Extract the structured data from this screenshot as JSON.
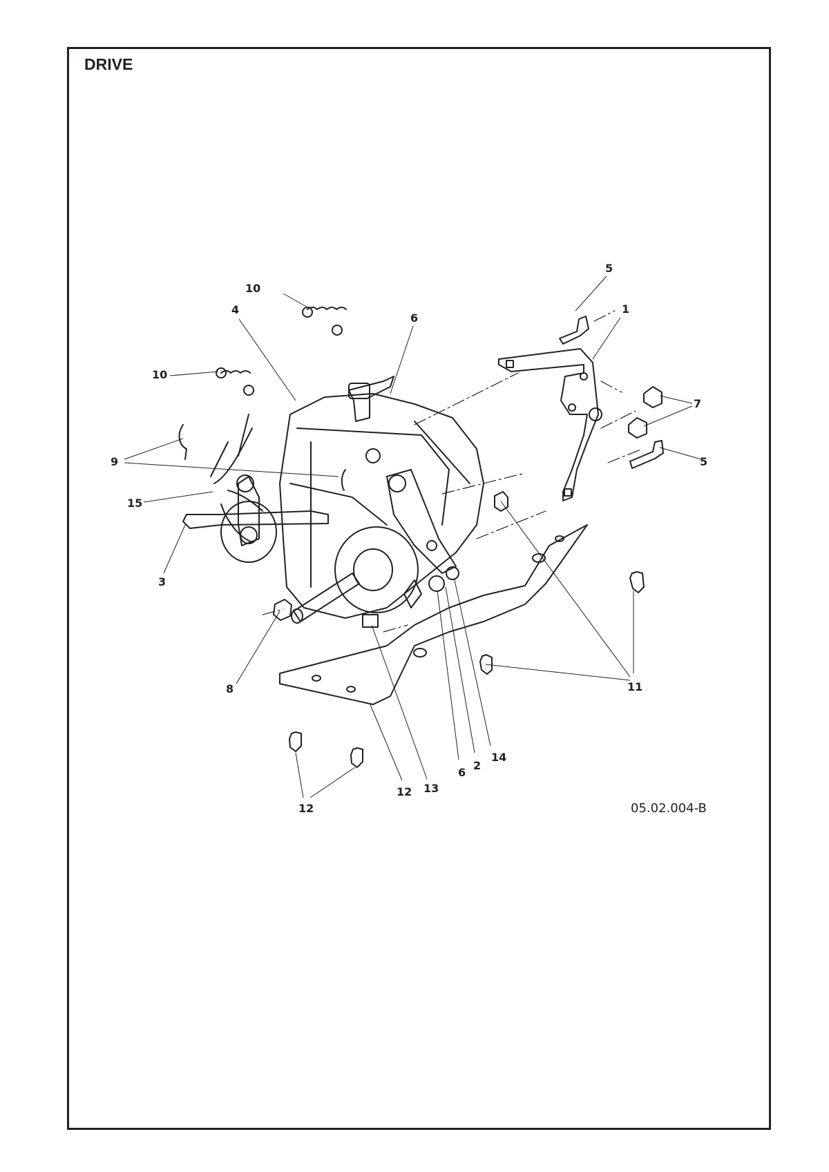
{
  "page": {
    "title": "DRIVE",
    "figure_code": "05.02.004-B"
  },
  "callouts": [
    {
      "id": "c1",
      "label": "1"
    },
    {
      "id": "c2",
      "label": "2"
    },
    {
      "id": "c3",
      "label": "3"
    },
    {
      "id": "c4",
      "label": "4"
    },
    {
      "id": "c5a",
      "label": "5"
    },
    {
      "id": "c5b",
      "label": "5"
    },
    {
      "id": "c6a",
      "label": "6"
    },
    {
      "id": "c6b",
      "label": "6"
    },
    {
      "id": "c7",
      "label": "7"
    },
    {
      "id": "c8",
      "label": "8"
    },
    {
      "id": "c9",
      "label": "9"
    },
    {
      "id": "c10a",
      "label": "10"
    },
    {
      "id": "c10b",
      "label": "10"
    },
    {
      "id": "c11",
      "label": "11"
    },
    {
      "id": "c12a",
      "label": "12"
    },
    {
      "id": "c12b",
      "label": "12"
    },
    {
      "id": "c13",
      "label": "13"
    },
    {
      "id": "c14",
      "label": "14"
    },
    {
      "id": "c15",
      "label": "15"
    }
  ],
  "colors": {
    "line": "#231f20",
    "background": "#ffffff"
  }
}
